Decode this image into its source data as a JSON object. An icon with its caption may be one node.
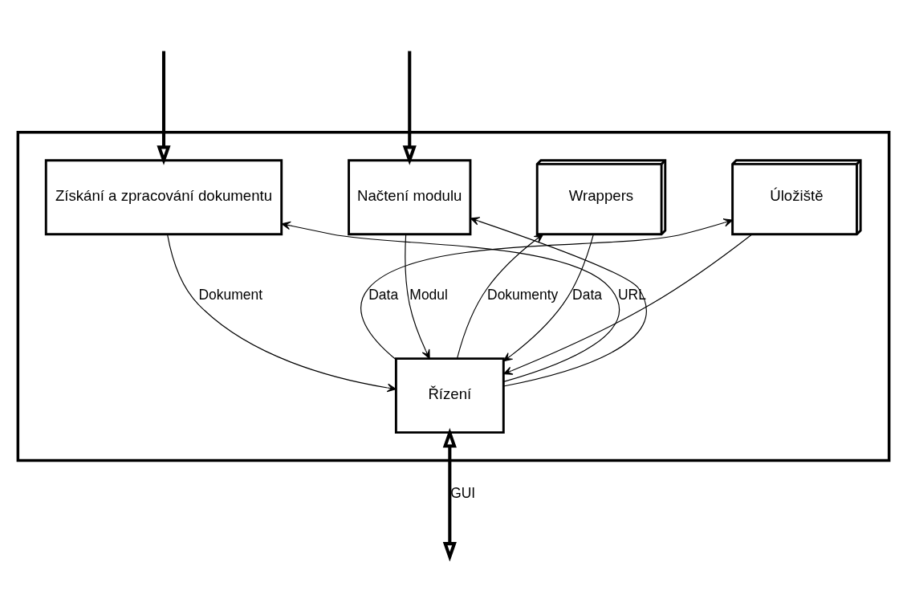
{
  "diagram": {
    "nodes": [
      {
        "text": [],
        "shape": "box"
      },
      {
        "text": [
          "Získání a zpracování dokumentu"
        ],
        "in": 0
      },
      {
        "text": [
          "Načtení modulu"
        ],
        "in": 0
      },
      {
        "text": [
          "Wrappers"
        ],
        "in": 0
      },
      {
        "text": [
          "Úložiště"
        ],
        "in": 0
      },
      {
        "text": [
          "Řízení"
        ],
        "in": 0
      }
    ],
    "edges": [
      {
        "from": null,
        "to": 1,
        "arrow": "to",
        "style": "thick"
      },
      {
        "from": null,
        "to": 2,
        "arrow": "to",
        "style": "thick"
      },
      {
        "from": 1,
        "to": 5,
        "arrow": "to",
        "label": "Dokument"
      },
      {
        "from": 5,
        "to": 1,
        "arrow": "to",
        "label": "URL"
      },
      {
        "from": 5,
        "to": 2,
        "arrow": "to"
      },
      {
        "from": 2,
        "to": 5,
        "arrow": "to",
        "label": "Modul"
      },
      {
        "from": 5,
        "to": 3,
        "arrow": "to",
        "label": "Dokumenty"
      },
      {
        "from": 3,
        "to": 5,
        "arrow": "to",
        "label": "Data"
      },
      {
        "from": 5,
        "to": 4,
        "arrow": "to",
        "label": "Data"
      },
      {
        "from": 4,
        "to": 5,
        "arrow": "to"
      },
      {
        "from": 5,
        "to": null,
        "arrow": "both",
        "style": "thick",
        "label": "GUI"
      }
    ]
  }
}
